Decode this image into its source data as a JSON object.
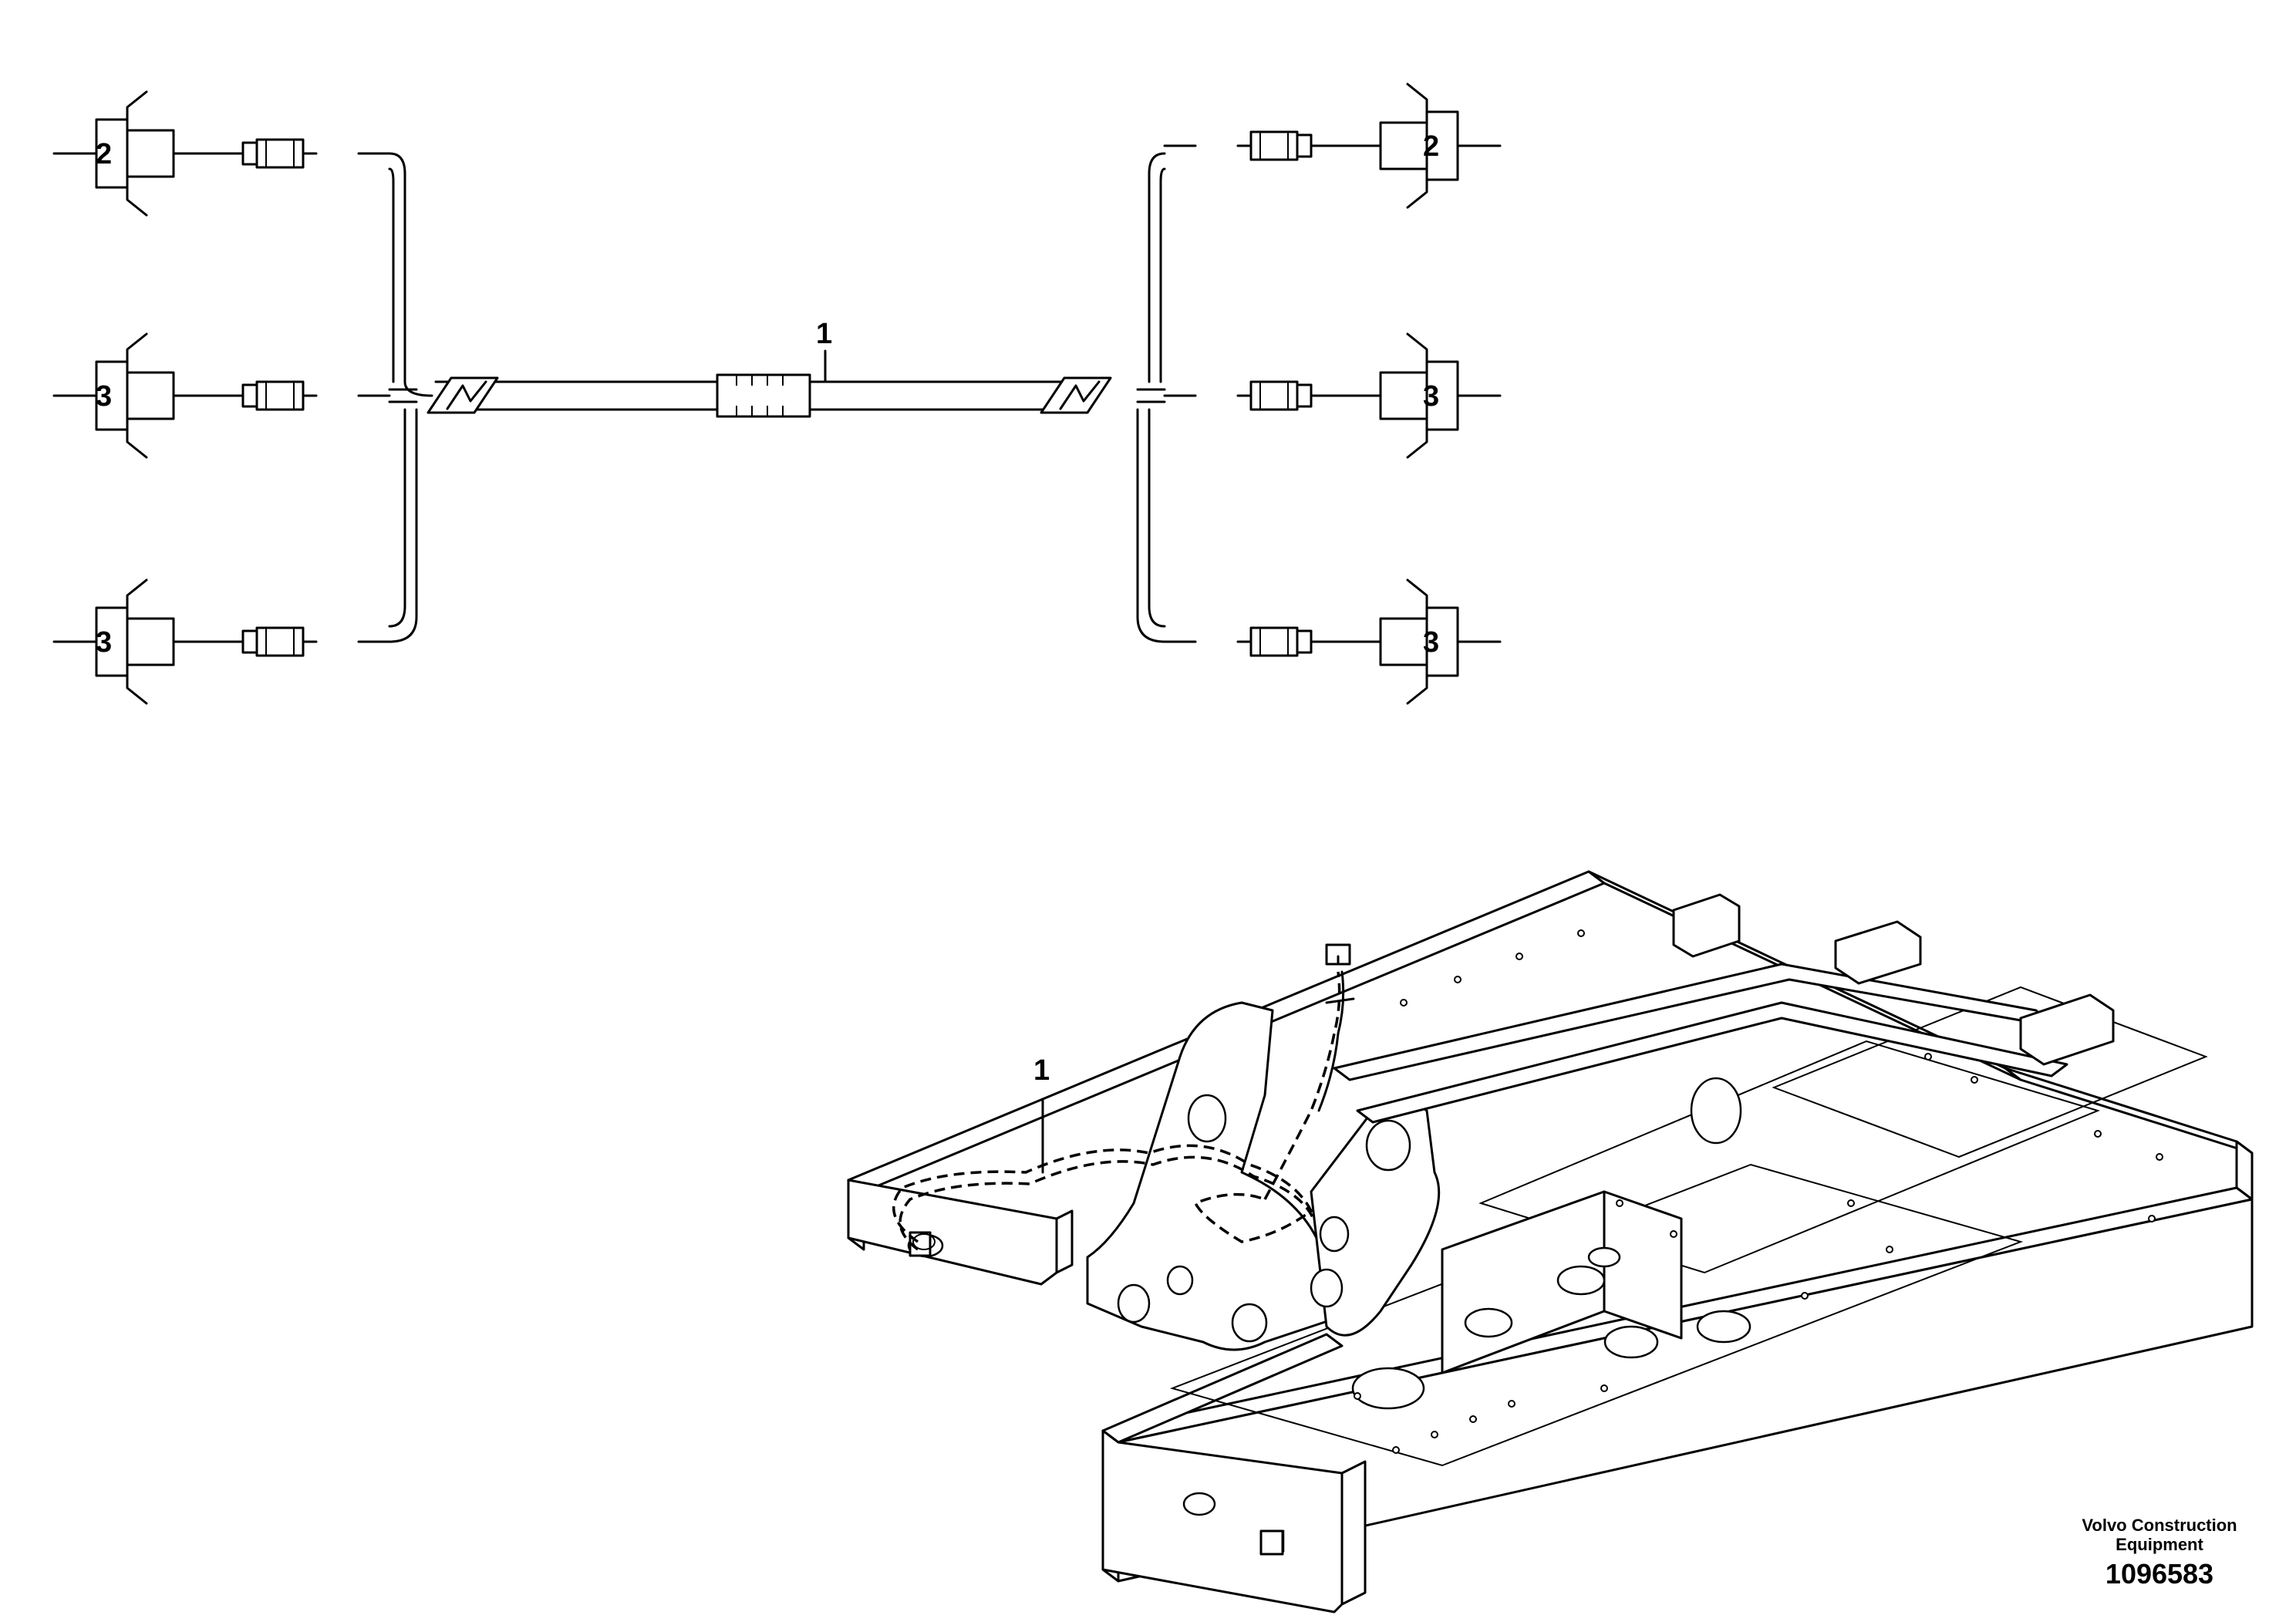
{
  "harness": {
    "main_label": "1",
    "left_connectors": [
      "2",
      "3",
      "3"
    ],
    "right_connectors": [
      "2",
      "3",
      "3"
    ]
  },
  "chassis": {
    "harness_label": "1"
  },
  "footer": {
    "brand_line1": "Volvo Construction",
    "brand_line2": "Equipment",
    "part_number": "1096583"
  }
}
